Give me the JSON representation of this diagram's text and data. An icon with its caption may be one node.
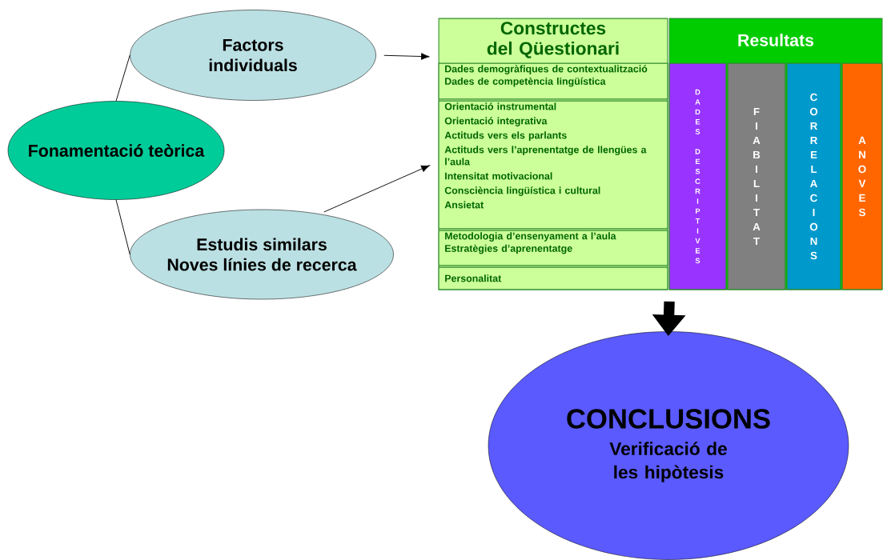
{
  "diagram": {
    "nodes": [
      {
        "text": [
          "Fonamentació teòrica"
        ]
      },
      {
        "text": [
          "Factors individuals"
        ]
      },
      {
        "text": [
          "Estudis similars",
          "Noves línies de recerca"
        ]
      },
      {
        "text": [
          "Constructes del Qüestionari"
        ]
      },
      {
        "text": [
          "Dades demogràfiques de contextualització",
          "Dades de competència lingüística"
        ],
        "in": 3
      },
      {
        "text": [
          "Orientació instrumental",
          "Orientació integrativa",
          "Actituds vers els parlants",
          "Actituds vers l’aprenentatge de llengües a l’aula",
          "Intensitat motivacional",
          "Consciència lingüística i cultural",
          "Ansietat"
        ],
        "in": 3
      },
      {
        "text": [
          "Metodologia d’ensenyament a l’aula",
          "Estratègies d’aprenentatge"
        ],
        "in": 3
      },
      {
        "text": [
          "Personalitat"
        ],
        "in": 3
      },
      {
        "text": [
          "Resultats"
        ]
      },
      {
        "text": [
          "DADES DESCRIPTIVES"
        ],
        "in": 8
      },
      {
        "text": [
          "FIABILITAT"
        ],
        "in": 8
      },
      {
        "text": [
          "CORRELACIONS"
        ],
        "in": 8
      },
      {
        "text": [
          "ANOVES"
        ],
        "in": 8
      },
      {
        "text": [
          "CONCLUSIONS",
          "Verificació de les hipòtesis"
        ]
      }
    ],
    "edges": [
      {
        "from": 0,
        "to": 1,
        "arrow": "none"
      },
      {
        "from": 0,
        "to": 2,
        "arrow": "none"
      },
      {
        "from": 1,
        "to": 3,
        "arrow": "to"
      },
      {
        "from": 2,
        "to": 3,
        "arrow": "to"
      },
      {
        "from": 8,
        "to": 13,
        "arrow": "to",
        "style": "thick"
      }
    ]
  }
}
